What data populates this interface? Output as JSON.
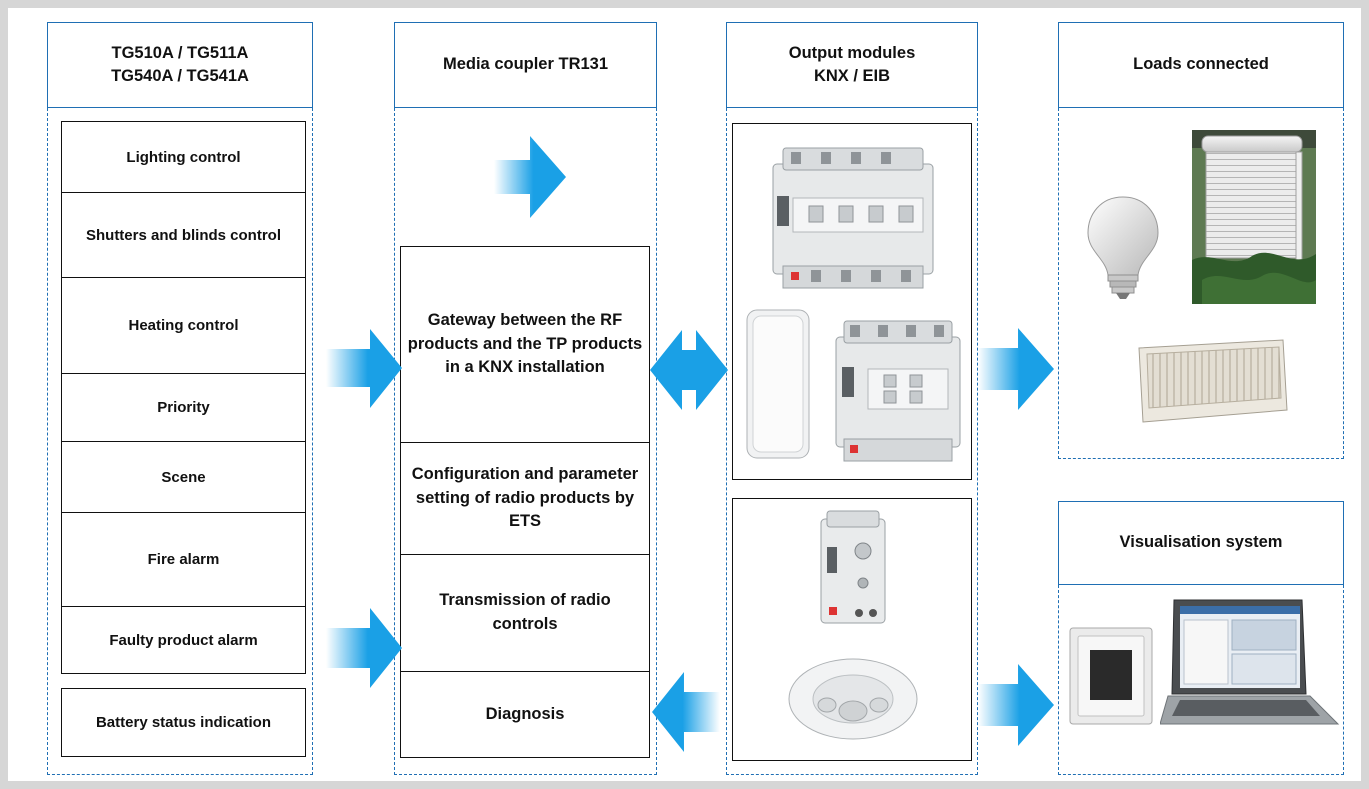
{
  "columns": {
    "controllers": {
      "header_lines": [
        "TG510A / TG511A",
        "TG540A / TG541A"
      ],
      "functions": [
        "Lighting control",
        "Shutters and blinds control",
        "Heating control",
        "Priority",
        "Scene",
        "Fire alarm",
        "Faulty product alarm"
      ],
      "battery": "Battery status indication"
    },
    "coupler": {
      "header": "Media coupler TR131",
      "roles": [
        "Gateway between the RF products and the TP products in a KNX installation",
        "Configuration and parameter setting of radio products by ETS",
        "Transmission of radio controls",
        "Diagnosis"
      ]
    },
    "outputs": {
      "header_lines": [
        "Output modules",
        "KNX / EIB"
      ]
    },
    "loads": {
      "header": "Loads connected",
      "visual_header": "Visualisation system"
    }
  },
  "colors": {
    "border_blue": "#1f6fb4",
    "arrow_blue": "#1aa0e6",
    "background_grey": "#d6d6d6"
  }
}
